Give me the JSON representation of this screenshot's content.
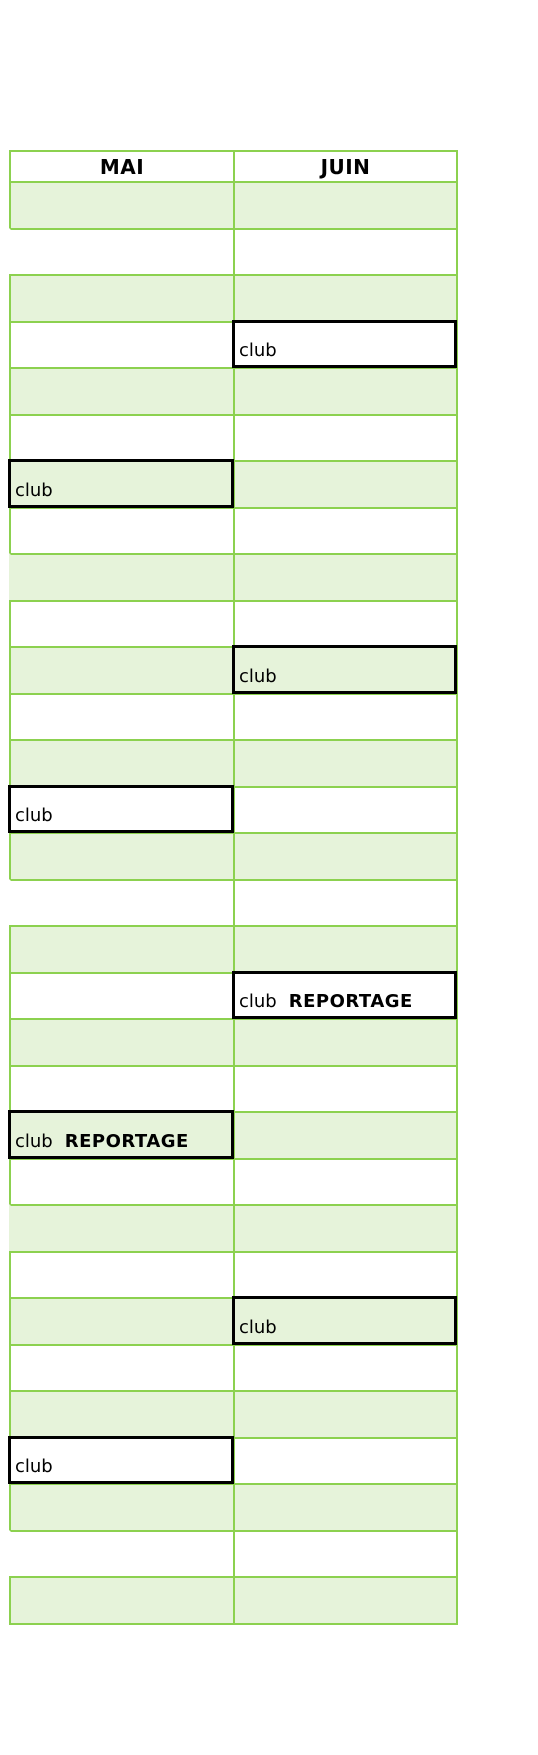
{
  "columns": [
    "MAI",
    "JUIN"
  ],
  "rows": [
    {
      "shaded": true,
      "mai": null,
      "juin": null
    },
    {
      "shaded": false,
      "mai": null,
      "juin": null,
      "mai_open": true
    },
    {
      "shaded": true,
      "mai": null,
      "juin": null
    },
    {
      "shaded": false,
      "mai": null,
      "juin": {
        "text": "club",
        "tag": ""
      }
    },
    {
      "shaded": true,
      "mai": null,
      "juin": null
    },
    {
      "shaded": false,
      "mai": null,
      "juin": null
    },
    {
      "shaded": true,
      "mai": {
        "text": "club",
        "tag": ""
      },
      "juin": null
    },
    {
      "shaded": false,
      "mai": null,
      "juin": null
    },
    {
      "shaded": true,
      "mai": null,
      "juin": null,
      "mai_open": true
    },
    {
      "shaded": false,
      "mai": null,
      "juin": null
    },
    {
      "shaded": true,
      "mai": null,
      "juin": {
        "text": "club",
        "tag": ""
      }
    },
    {
      "shaded": false,
      "mai": null,
      "juin": null
    },
    {
      "shaded": true,
      "mai": null,
      "juin": null
    },
    {
      "shaded": false,
      "mai": {
        "text": "club",
        "tag": ""
      },
      "juin": null
    },
    {
      "shaded": true,
      "mai": null,
      "juin": null
    },
    {
      "shaded": false,
      "mai": null,
      "juin": null,
      "mai_open": true
    },
    {
      "shaded": true,
      "mai": null,
      "juin": null
    },
    {
      "shaded": false,
      "mai": null,
      "juin": {
        "text": "club",
        "tag": "REPORTAGE"
      }
    },
    {
      "shaded": true,
      "mai": null,
      "juin": null
    },
    {
      "shaded": false,
      "mai": null,
      "juin": null
    },
    {
      "shaded": true,
      "mai": {
        "text": "club",
        "tag": "REPORTAGE"
      },
      "juin": null
    },
    {
      "shaded": false,
      "mai": null,
      "juin": null
    },
    {
      "shaded": true,
      "mai": null,
      "juin": null,
      "mai_open": true
    },
    {
      "shaded": false,
      "mai": null,
      "juin": null
    },
    {
      "shaded": true,
      "mai": null,
      "juin": {
        "text": "club",
        "tag": ""
      }
    },
    {
      "shaded": false,
      "mai": null,
      "juin": null
    },
    {
      "shaded": true,
      "mai": null,
      "juin": null
    },
    {
      "shaded": false,
      "mai": {
        "text": "club",
        "tag": ""
      },
      "juin": null
    },
    {
      "shaded": true,
      "mai": null,
      "juin": null
    },
    {
      "shaded": false,
      "mai": null,
      "juin": null,
      "mai_open": true
    },
    {
      "shaded": true,
      "mai": null,
      "juin": null
    }
  ],
  "colors": {
    "grid_line": "#8cd14f",
    "row_shade": "#e6f3da",
    "event_border": "#000000"
  }
}
